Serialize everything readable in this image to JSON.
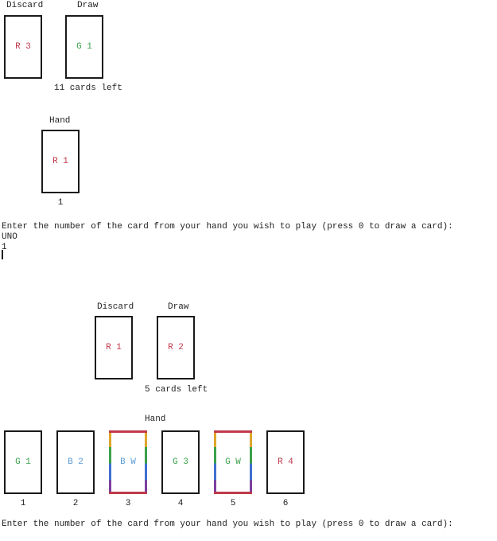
{
  "colors": {
    "card_red": "#c0394b",
    "card_green": "#3ba14b",
    "card_blue": "#5b9bd5",
    "text_black": "#1f1f1f",
    "card_border_black": "#1a1a1a",
    "wild_border": [
      "#c0394b",
      "#dfa62c",
      "#3ba14b",
      "#4070d0",
      "#7d3f9e"
    ]
  },
  "round1": {
    "discard_label": "Discard",
    "draw_label": "Draw",
    "discard_card": {
      "label": "R 3",
      "color": "red"
    },
    "draw_card": {
      "label": "G 1",
      "color": "green"
    },
    "cards_left": "11 cards left",
    "hand_label": "Hand",
    "hand_cards": [
      {
        "label": "R 1",
        "color": "red",
        "wild": false,
        "index": "1"
      }
    ],
    "prompt": "Enter the number of the card from your hand you wish to play (press 0 to draw a card):",
    "uno_call": "UNO",
    "typed_input": "1"
  },
  "round2": {
    "discard_label": "Discard",
    "draw_label": "Draw",
    "discard_card": {
      "label": "R 1",
      "color": "red"
    },
    "draw_card": {
      "label": "R 2",
      "color": "red"
    },
    "cards_left": "5 cards left",
    "hand_label": "Hand",
    "hand_cards": [
      {
        "label": "G 1",
        "color": "green",
        "wild": false,
        "index": "1"
      },
      {
        "label": "B 2",
        "color": "blue",
        "wild": false,
        "index": "2"
      },
      {
        "label": "B W",
        "color": "blue",
        "wild": true,
        "index": "3"
      },
      {
        "label": "G 3",
        "color": "green",
        "wild": false,
        "index": "4"
      },
      {
        "label": "G W",
        "color": "green",
        "wild": true,
        "index": "5"
      },
      {
        "label": "R 4",
        "color": "red",
        "wild": false,
        "index": "6"
      }
    ],
    "prompt": "Enter the number of the card from your hand you wish to play (press 0 to draw a card):"
  }
}
